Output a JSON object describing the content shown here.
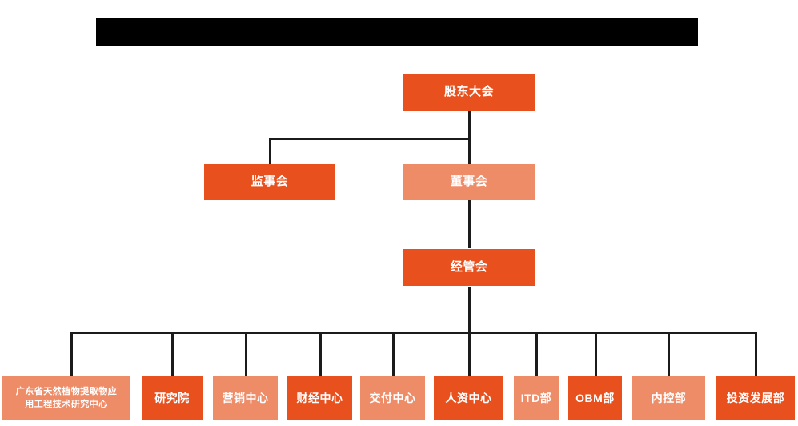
{
  "diagram": {
    "type": "org-chart",
    "title_bar": {
      "name": "redacted-title-bar",
      "text": "",
      "redacted": true,
      "color": "#000000"
    },
    "colors": {
      "dark_orange": "#E8501E",
      "light_orange": "#EE8C68",
      "connector": "#1b1b1b",
      "background": "#FFFFFF",
      "text": "#FFFFFF"
    },
    "levels": [
      {
        "level": 1,
        "nodes": [
          {
            "id": "shareholders",
            "label": "股东大会",
            "shade": "dark"
          }
        ]
      },
      {
        "level": 2,
        "nodes": [
          {
            "id": "supervisors",
            "label": "监事会",
            "shade": "dark"
          },
          {
            "id": "directors",
            "label": "董事会",
            "shade": "light"
          }
        ]
      },
      {
        "level": 3,
        "nodes": [
          {
            "id": "management",
            "label": "经管会",
            "shade": "dark"
          }
        ]
      },
      {
        "level": 4,
        "nodes": [
          {
            "id": "gd-research-center",
            "label": "广东省天然植物提取物应\n用工程技术研究中心",
            "shade": "light"
          },
          {
            "id": "research-institute",
            "label": "研究院",
            "shade": "dark"
          },
          {
            "id": "marketing-center",
            "label": "营销中心",
            "shade": "light"
          },
          {
            "id": "finance-center",
            "label": "财经中心",
            "shade": "dark"
          },
          {
            "id": "delivery-center",
            "label": "交付中心",
            "shade": "light"
          },
          {
            "id": "hr-center",
            "label": "人资中心",
            "shade": "dark"
          },
          {
            "id": "itd-dept",
            "label": "ITD部",
            "shade": "light"
          },
          {
            "id": "obm-dept",
            "label": "OBM部",
            "shade": "dark"
          },
          {
            "id": "internal-control-dept",
            "label": "内控部",
            "shade": "light"
          },
          {
            "id": "investment-dev-dept",
            "label": "投资发展部",
            "shade": "dark"
          }
        ]
      }
    ]
  }
}
